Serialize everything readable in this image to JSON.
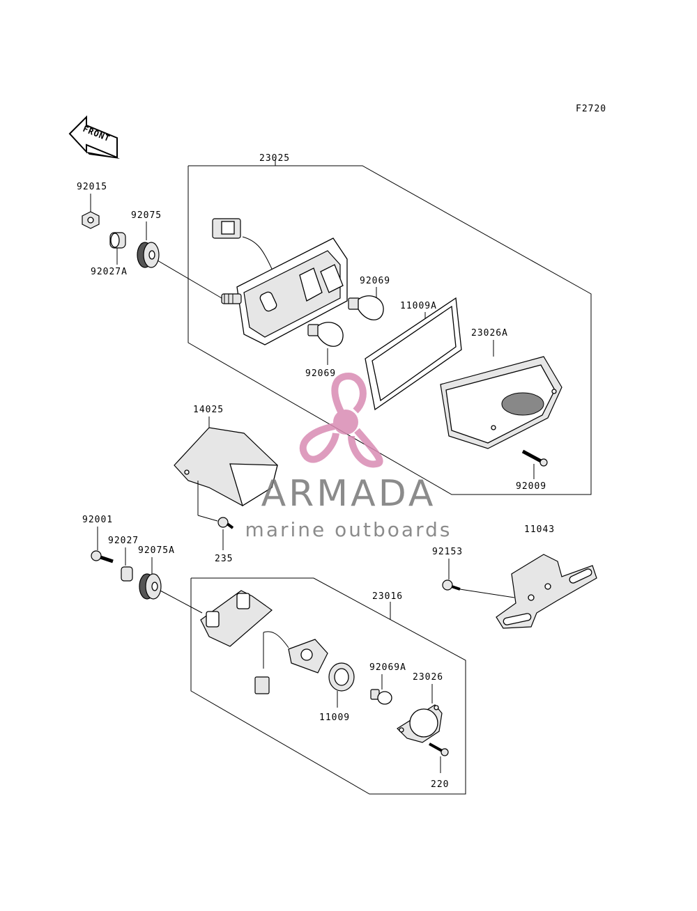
{
  "diagram": {
    "figure_code": "F2720",
    "front_arrow_label": "FRONT",
    "labels": {
      "p23025": "23025",
      "p92015": "92015",
      "p92075": "92075",
      "p92027A": "92027A",
      "p92069_top": "92069",
      "p11009A": "11009A",
      "p23026A": "23026A",
      "p92069_bottom": "92069",
      "p14025": "14025",
      "p92009": "92009",
      "p92001": "92001",
      "p92027": "92027",
      "p92075A": "92075A",
      "p235": "235",
      "p11043": "11043",
      "p92153": "92153",
      "p23016": "23016",
      "p92069A": "92069A",
      "p23026": "23026",
      "p11009": "11009",
      "p220": "220"
    }
  },
  "watermark": {
    "brand": "ARMADA",
    "tagline": "marine outboards",
    "color": "#d98bb3",
    "text_color": "#7a7a7a"
  }
}
